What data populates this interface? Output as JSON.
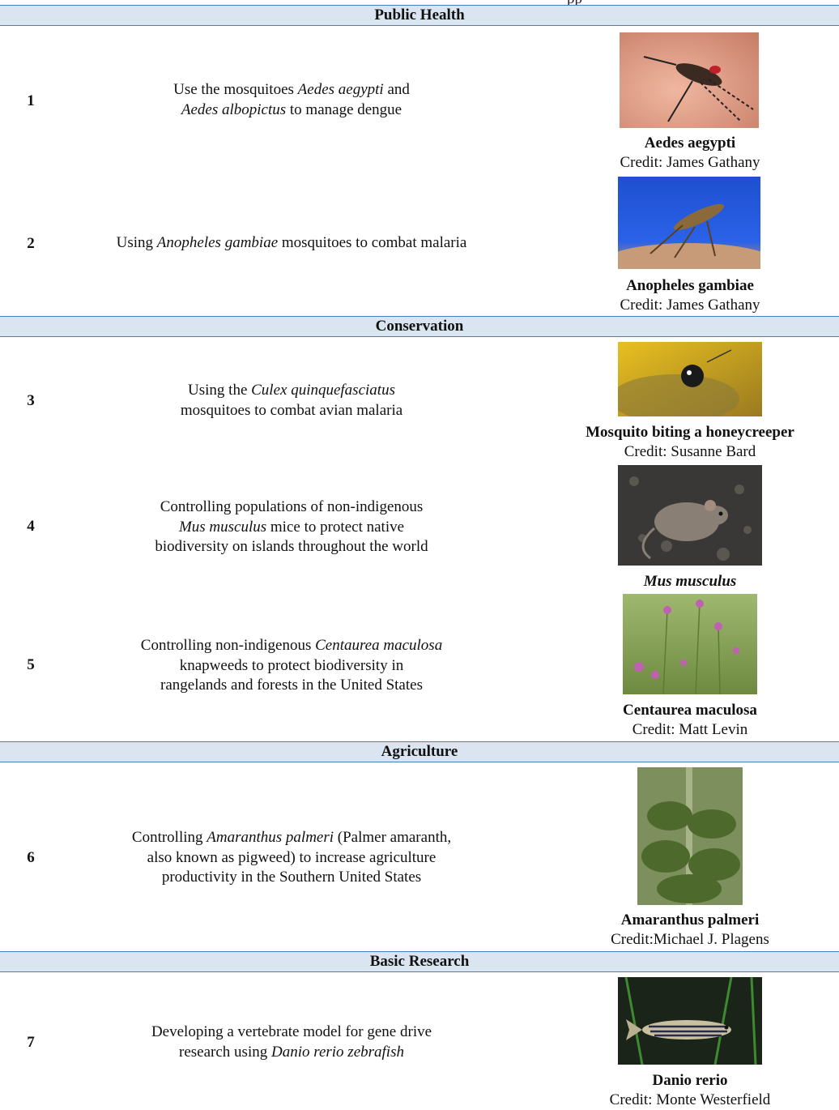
{
  "top_clipped_text": "pp",
  "sections": {
    "public_health": "Public Health",
    "conservation": "Conservation",
    "agriculture": "Agriculture",
    "basic_research": "Basic Research"
  },
  "rows": [
    {
      "num": "1",
      "desc": {
        "l1a": "Use the mosquitoes ",
        "l1b": "Aedes aegypti",
        "l1c": " and",
        "l2a": "Aedes albopictus",
        "l2b": " to manage dengue"
      },
      "caption": {
        "name": "Aedes aegypti",
        "credit": "Credit: James Gathany"
      }
    },
    {
      "num": "2",
      "desc": {
        "l1a": "Using ",
        "l1b": "Anopheles gambiae",
        "l1c": " mosquitoes to combat malaria"
      },
      "caption": {
        "name": "Anopheles gambiae",
        "credit": "Credit: James Gathany"
      }
    },
    {
      "num": "3",
      "desc": {
        "l1a": "Using the ",
        "l1b": "Culex quinquefasciatus",
        "l2a": "mosquitoes to combat avian malaria"
      },
      "caption": {
        "name": "Mosquito biting a honeycreeper",
        "credit": "Credit: Susanne Bard"
      }
    },
    {
      "num": "4",
      "desc": {
        "l1a": "Controlling populations of non-indigenous",
        "l2a": "Mus musculus",
        "l2b": " mice to protect native",
        "l3a": "biodiversity on islands throughout the world"
      },
      "caption": {
        "name": "Mus musculus"
      }
    },
    {
      "num": "5",
      "desc": {
        "l1a": "Controlling non-indigenous ",
        "l1b": "Centaurea maculosa",
        "l2a": "knapweeds to protect biodiversity in",
        "l3a": "rangelands and forests in the United States"
      },
      "caption": {
        "name": "Centaurea maculosa",
        "credit": "Credit: Matt Levin"
      }
    },
    {
      "num": "6",
      "desc": {
        "l1a": "Controlling ",
        "l1b": "Amaranthus palmeri",
        "l1c": " (Palmer amaranth,",
        "l2a": "also known as pigweed) to increase agriculture",
        "l3a": "productivity in the Southern United States"
      },
      "caption": {
        "name": "Amaranthus palmeri",
        "credit": "Credit:Michael J. Plagens"
      }
    },
    {
      "num": "7",
      "desc": {
        "l1a": "Developing a vertebrate model for gene drive",
        "l2a": "research using ",
        "l2b": "Danio rerio zebrafish"
      },
      "caption": {
        "name": "Danio rerio",
        "credit": "Credit: Monte Westerfield"
      }
    }
  ],
  "colors": {
    "section_bg": "#dbe5f1",
    "section_border": "#4a7ebb"
  }
}
